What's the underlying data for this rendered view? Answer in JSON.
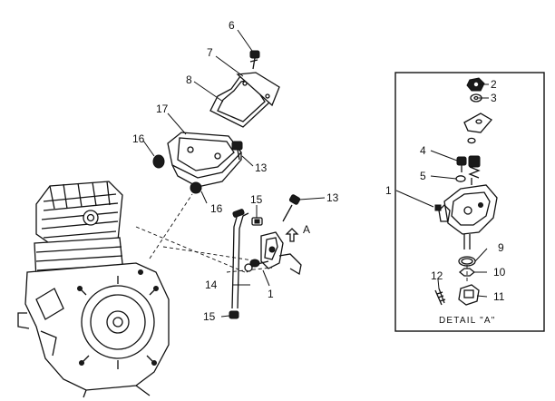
{
  "diagram": {
    "callouts": {
      "c1_main": "1",
      "c1_detail": "1",
      "c2": "2",
      "c3": "3",
      "c4": "4",
      "c5": "5",
      "c6": "6",
      "c7": "7",
      "c8": "8",
      "c9": "9",
      "c10": "10",
      "c11": "11",
      "c12": "12",
      "c13_upper": "13",
      "c13_lower": "13",
      "c14": "14",
      "c15_upper": "15",
      "c15_lower": "15",
      "c16_left": "16",
      "c16_right": "16",
      "c17": "17",
      "view_a": "A"
    },
    "detail_caption": "DETAIL \"A\"",
    "colors": {
      "ink": "#111111",
      "paper": "#ffffff"
    }
  }
}
